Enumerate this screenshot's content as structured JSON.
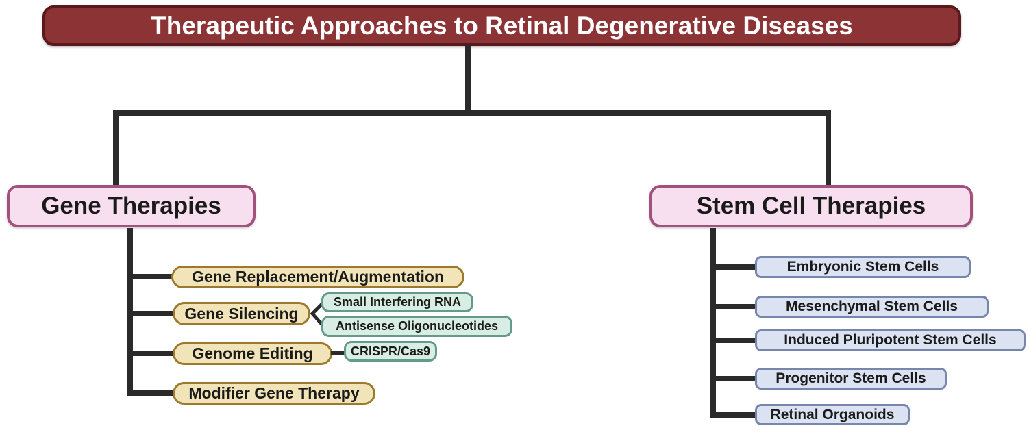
{
  "title": {
    "label": "Therapeutic Approaches to Retinal Degenerative Diseases"
  },
  "colors": {
    "title_bg": "#8c3335",
    "title_border": "#5a191c",
    "header_bg": "#f8dff0",
    "header_border": "#a2517c",
    "gene_item_bg": "#f2e4b9",
    "gene_item_border": "#9c792e",
    "sub_item_bg": "#d8eee4",
    "sub_item_border": "#649a8c",
    "stem_item_bg": "#dbe2f1",
    "stem_item_border": "#7787ab",
    "connector": "#2a2a2a"
  },
  "gene_therapies": {
    "label": "Gene Therapies",
    "items": [
      {
        "label": "Gene Replacement/Augmentation"
      },
      {
        "label": "Gene Silencing",
        "children": [
          {
            "label": "Small Interfering RNA"
          },
          {
            "label": "Antisense Oligonucleotides"
          }
        ]
      },
      {
        "label": "Genome Editing",
        "children": [
          {
            "label": "CRISPR/Cas9"
          }
        ]
      },
      {
        "label": "Modifier Gene Therapy"
      }
    ]
  },
  "stem_cell_therapies": {
    "label": "Stem Cell Therapies",
    "items": [
      {
        "label": "Embryonic Stem Cells"
      },
      {
        "label": "Mesenchymal Stem Cells"
      },
      {
        "label": "Induced Pluripotent Stem Cells"
      },
      {
        "label": "Progenitor Stem Cells"
      },
      {
        "label": "Retinal Organoids"
      }
    ]
  }
}
